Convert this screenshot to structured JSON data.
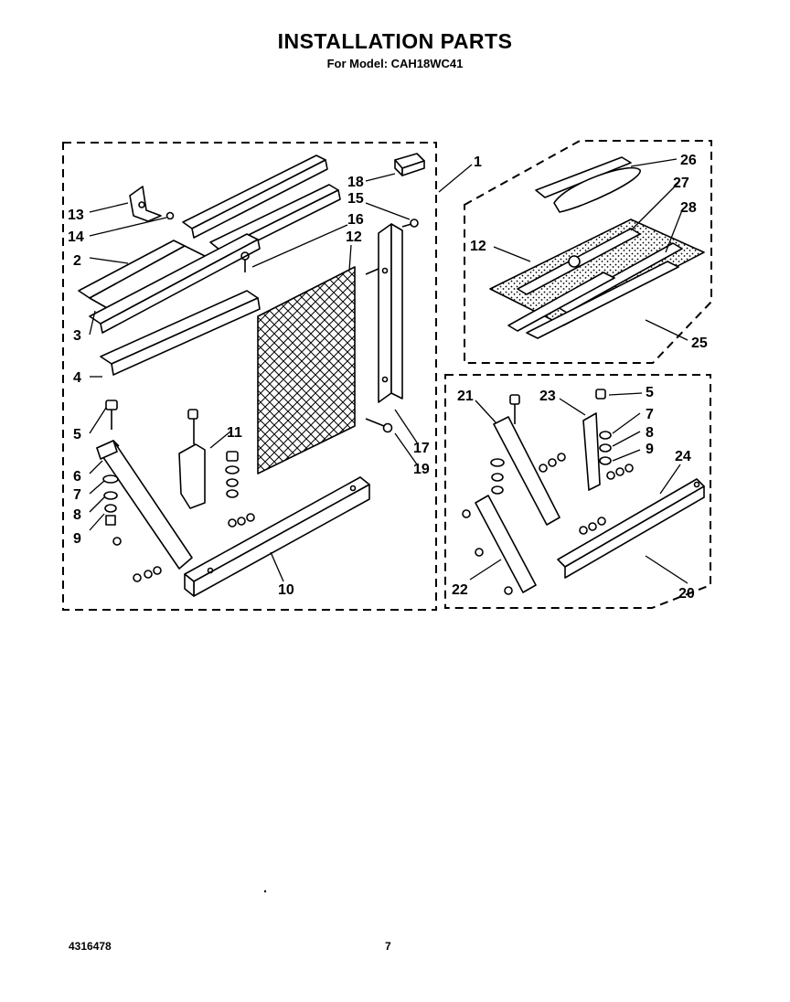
{
  "title": "INSTALLATION PARTS",
  "subtitle": "For Model: CAH18WC41",
  "footer": {
    "doc_number": "4316478",
    "page_number": "7"
  },
  "callouts": {
    "main_group": [
      "1",
      "13",
      "14",
      "2",
      "3",
      "4",
      "5",
      "6",
      "7",
      "8",
      "9",
      "10",
      "11",
      "12",
      "15",
      "16",
      "17",
      "18",
      "19"
    ],
    "upper_right_group": [
      "26",
      "27",
      "28",
      "12",
      "25"
    ],
    "lower_right_group": [
      "21",
      "23",
      "5",
      "7",
      "8",
      "9",
      "24",
      "22",
      "20"
    ]
  }
}
